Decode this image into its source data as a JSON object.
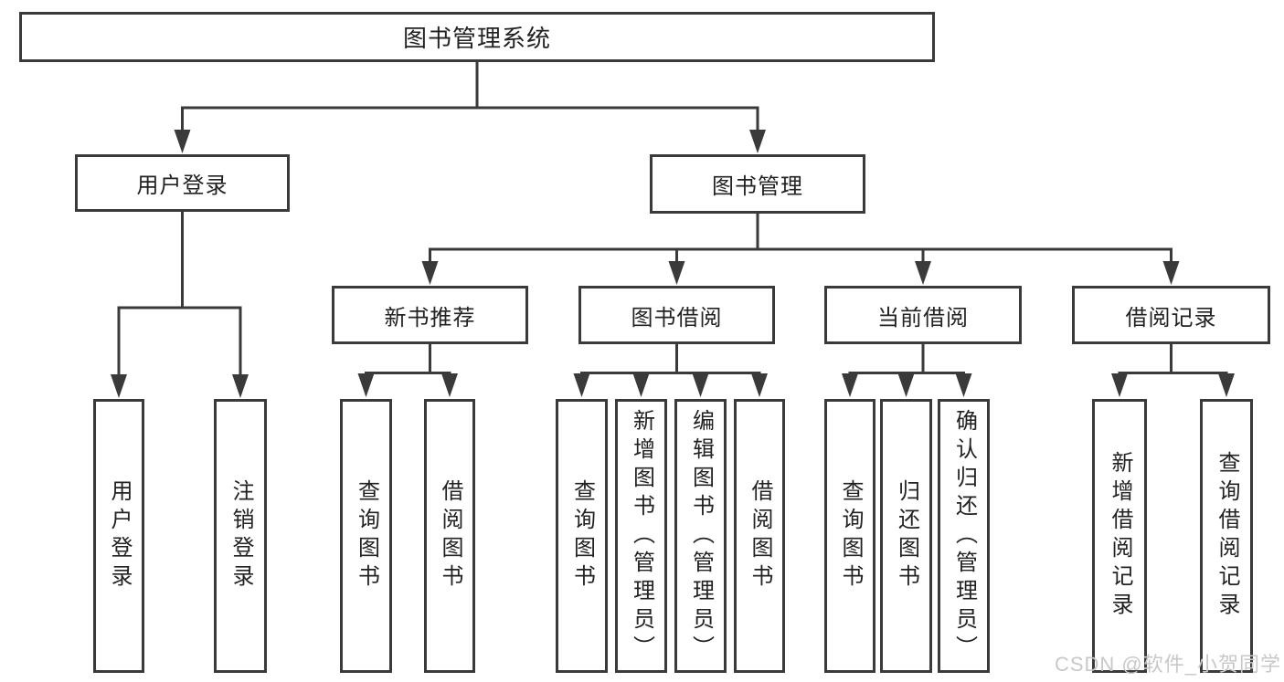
{
  "colors": {
    "line": "#3a3a3a",
    "text": "#222222",
    "background": "#ffffff",
    "watermark": "#c8c8c8"
  },
  "watermark": {
    "text": "CSDN @软件_小贺同学"
  },
  "diagram": {
    "root": {
      "label": "图书管理系统"
    },
    "level2": [
      {
        "label": "用户登录"
      },
      {
        "label": "图书管理"
      }
    ],
    "level3": [
      {
        "label": "新书推荐",
        "parent": "图书管理"
      },
      {
        "label": "图书借阅",
        "parent": "图书管理"
      },
      {
        "label": "当前借阅",
        "parent": "图书管理"
      },
      {
        "label": "借阅记录",
        "parent": "图书管理"
      }
    ],
    "leaves": [
      {
        "label": "用户登录",
        "parent": "用户登录"
      },
      {
        "label": "注销登录",
        "parent": "用户登录"
      },
      {
        "label": "查询图书",
        "parent": "新书推荐"
      },
      {
        "label": "借阅图书",
        "parent": "新书推荐"
      },
      {
        "label": "查询图书",
        "parent": "图书借阅"
      },
      {
        "label": "新增图书（管理员）",
        "parent": "图书借阅"
      },
      {
        "label": "编辑图书（管理员）",
        "parent": "图书借阅"
      },
      {
        "label": "借阅图书",
        "parent": "图书借阅"
      },
      {
        "label": "查询图书",
        "parent": "当前借阅"
      },
      {
        "label": "归还图书",
        "parent": "当前借阅"
      },
      {
        "label": "确认归还（管理员）",
        "parent": "当前借阅"
      },
      {
        "label": "新增借阅记录",
        "parent": "借阅记录"
      },
      {
        "label": "查询借阅记录",
        "parent": "借阅记录"
      }
    ]
  }
}
